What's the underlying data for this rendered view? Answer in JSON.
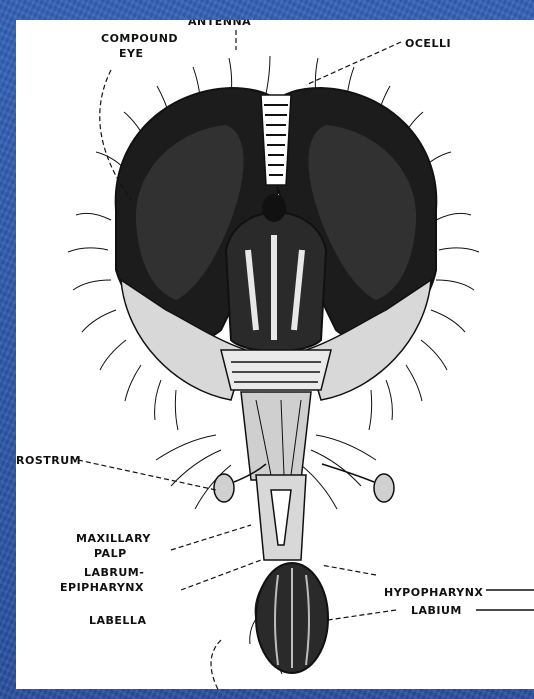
{
  "figure": {
    "labels": {
      "antenna": "ANTENNA",
      "compound_eye_1": "COMPOUND",
      "compound_eye_2": "EYE",
      "ocelli": "OCELLI",
      "rostrum": "ROSTRUM",
      "maxillary_palp_1": "MAXILLARY",
      "maxillary_palp_2": "PALP",
      "labrum_epipharynx_1": "LABRUM-",
      "labrum_epipharynx_2": "EPIPHARYNX",
      "labella": "LABELLA",
      "hypopharynx": "HYPOPHARYNX",
      "labium": "LABIUM"
    }
  },
  "colors": {
    "background": "#2e55a8",
    "panel": "#ffffff",
    "ink": "#111111"
  }
}
